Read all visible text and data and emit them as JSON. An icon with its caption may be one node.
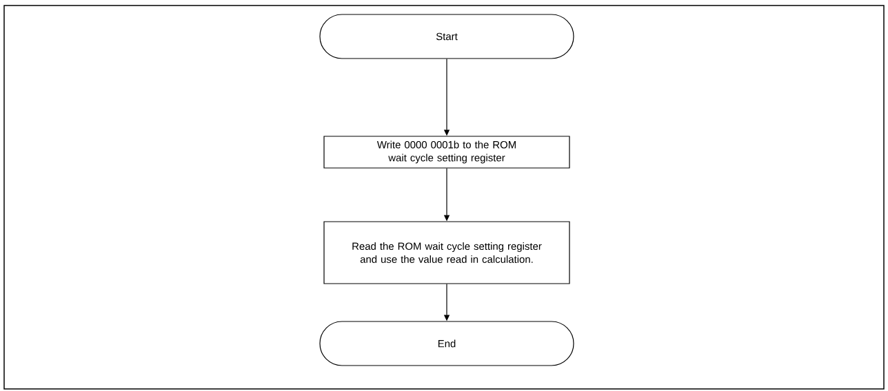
{
  "diagram": {
    "nodes": [
      {
        "text": [
          "Start"
        ]
      },
      {
        "text": [
          "Write 0000 0001b to the ROM wait cycle setting register"
        ]
      },
      {
        "text": [
          "Read the ROM wait cycle setting register and use the value read in calculation."
        ]
      },
      {
        "text": [
          "End"
        ]
      }
    ],
    "edges": [
      {
        "from": 0,
        "to": 1,
        "arrow": "to"
      },
      {
        "from": 1,
        "to": 2,
        "arrow": "to"
      },
      {
        "from": 2,
        "to": 3,
        "arrow": "to"
      }
    ]
  }
}
